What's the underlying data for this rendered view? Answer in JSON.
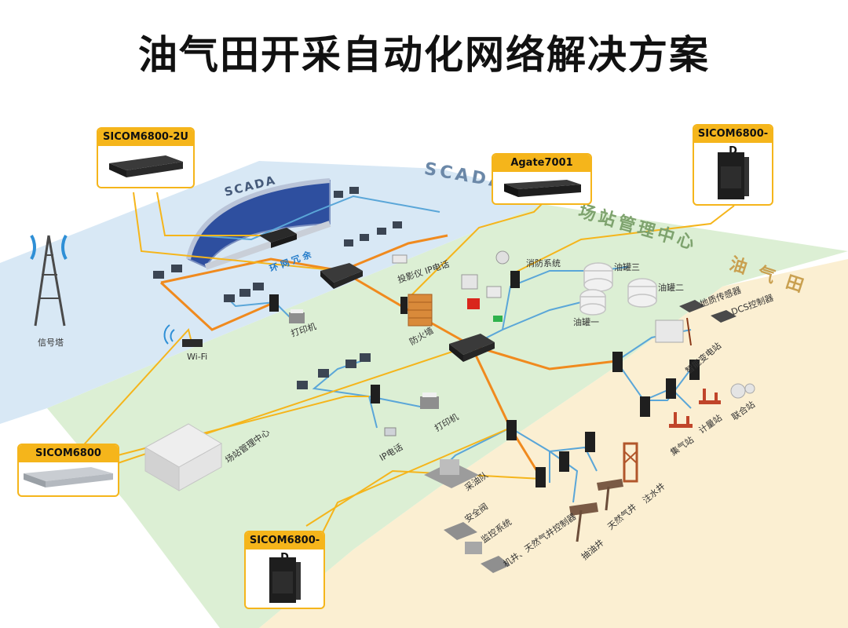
{
  "title": "油气田开采自动化网络解决方案",
  "zones": {
    "scada_wall": "SCADA",
    "scada_center": "SCADA管",
    "station_center": "场站管理中心",
    "oilfield": "油 气 田"
  },
  "callouts": {
    "c1": "SICOM6800-2U",
    "c2": "Agate7001",
    "c3": "SICOM6800-D",
    "c4": "SICOM6800",
    "c5": "SICOM6800-D"
  },
  "labels": {
    "signal_tower": "信号塔",
    "wifi": "Wi-Fi",
    "printer_top": "打印机",
    "ring": "环 网 冗 余",
    "projector": "投影仪  IP电话",
    "fire_system": "消防系统",
    "tank3": "油罐三",
    "tank2": "油罐二",
    "tank1": "油罐一",
    "firewall": "防火墙",
    "geo_sensor": "地质传感器",
    "dcs": "DCS控制器",
    "smart_station": "智能变电站",
    "station_center_bld": "场站管理中心",
    "ip_phone": "IP电话",
    "printer_mid": "打印机",
    "collect_station": "集气站",
    "meter_station": "计量站",
    "joint_station": "联合站",
    "oil_team": "采油队",
    "safety_valve": "安全阀",
    "monitor_system": "监控系统",
    "gas_well_ctrl": "机井、天然气井控制器",
    "pump_well": "抽油井",
    "gas_well": "天然气井",
    "injection_well": "注水井"
  },
  "colors": {
    "accent": "#f5b51b",
    "zone_blue": "#d8e8f5",
    "zone_green": "#dcefd4",
    "zone_yellow": "#fbefd2",
    "line_blue": "#5aa6d8",
    "line_orange": "#f08a1e"
  }
}
